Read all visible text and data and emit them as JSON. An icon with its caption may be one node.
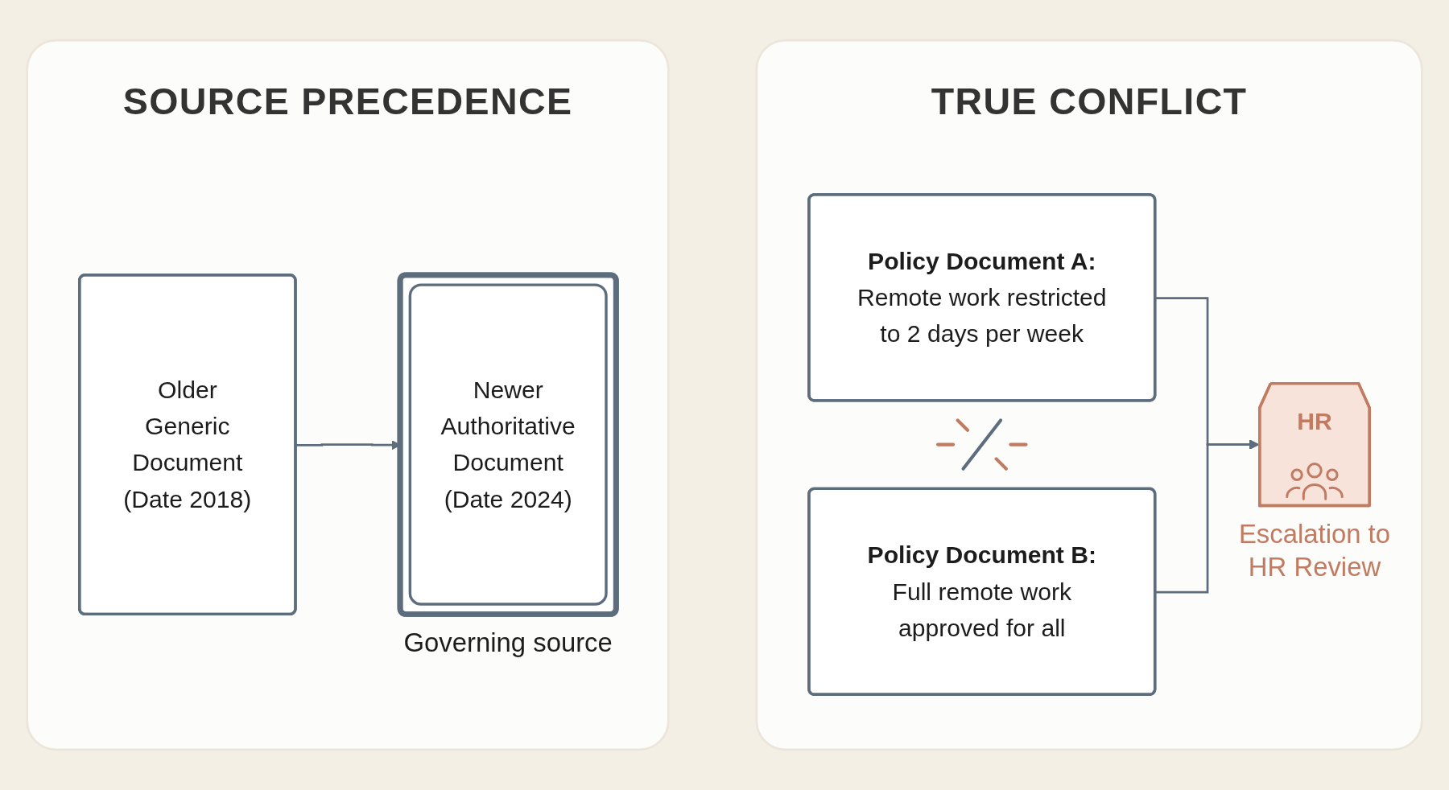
{
  "diagram": {
    "nodes": [
      {
        "text": [
          "SOURCE PRECEDENCE"
        ]
      },
      {
        "text": [
          "Older Generic Document (Date 2018)"
        ],
        "in": 0
      },
      {
        "text": [
          "Newer Authoritative Document (Date 2024)"
        ],
        "in": 0,
        "beside": [
          "Governing source"
        ]
      },
      {
        "text": [
          "TRUE CONFLICT"
        ]
      },
      {
        "text": [
          "Policy Document A:",
          "Remote work restricted to 2 days per week"
        ],
        "in": 3
      },
      {
        "text": [
          "Policy Document B:",
          "Full remote work approved for all"
        ],
        "in": 3
      },
      {
        "text": [
          "HR"
        ],
        "in": 3,
        "beside": [
          "Escalation to HR Review"
        ]
      }
    ],
    "edges": [
      {
        "from": 1,
        "to": 2,
        "arrow": "to"
      },
      {
        "from": 4,
        "to": 6,
        "arrow": "to"
      },
      {
        "from": 5,
        "to": 6,
        "arrow": "to"
      }
    ]
  }
}
